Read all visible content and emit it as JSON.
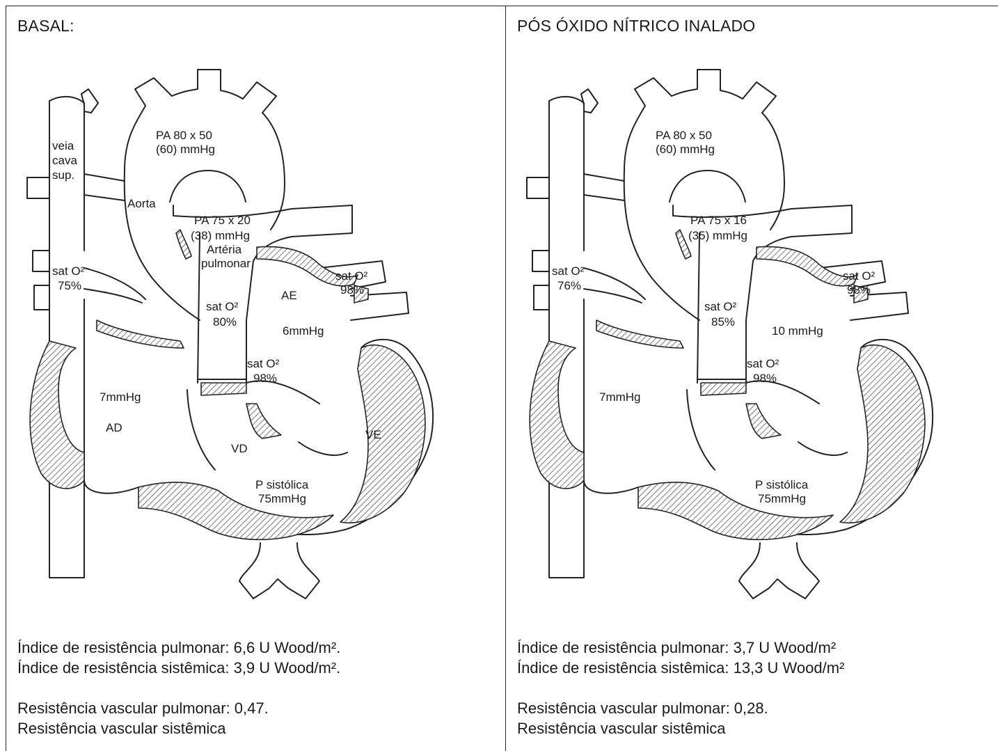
{
  "panels": [
    {
      "heading": "BASAL:",
      "labels": {
        "aorta_pressure": [
          "PA 80 x 50",
          "(60) mmHg"
        ],
        "svc": [
          "veia",
          "cava",
          "sup."
        ],
        "aorta": "Aorta",
        "pa_pressure": [
          "PA 75 x 20",
          "(38) mmHg"
        ],
        "pulmonary_artery": [
          "Artéria",
          "pulmonar"
        ],
        "ra_sat": [
          "sat O²",
          "75%"
        ],
        "la_sat": [
          "sat O²",
          "98%"
        ],
        "la": "AE",
        "pa_sat": [
          "sat O²",
          "80%"
        ],
        "la_pressure": "6mmHg",
        "lv_sat": [
          "sat O²",
          "98%"
        ],
        "ra_pressure": "7mmHg",
        "ra": "AD",
        "rv": "VD",
        "lv": "VE",
        "systolic": [
          "P sistólica",
          "75mmHg"
        ]
      },
      "stats": [
        "Índice de resistência pulmonar: 6,6 U Wood/m².",
        "Índice de resistência sistêmica: 3,9 U Wood/m².",
        "Resistência vascular pulmonar: 0,47.",
        "Resistência vascular sistêmica"
      ]
    },
    {
      "heading": "PÓS ÓXIDO NÍTRICO INALADO",
      "labels": {
        "aorta_pressure": [
          "PA 80 x 50",
          "(60) mmHg"
        ],
        "pa_pressure": [
          "PA 75 x 16",
          "(35) mmHg"
        ],
        "ra_sat": [
          "sat O²",
          "76%"
        ],
        "la_sat": [
          "sat O²",
          "98%"
        ],
        "pa_sat": [
          "sat O²",
          "85%"
        ],
        "la_pressure": "10 mmHg",
        "lv_sat": [
          "sat O²",
          "98%"
        ],
        "ra_pressure": "7mmHg",
        "systolic": [
          "P sistólica",
          "75mmHg"
        ]
      },
      "stats": [
        "Índice de resistência pulmonar: 3,7 U Wood/m²",
        "Índice de resistência sistêmica: 13,3 U Wood/m²",
        "Resistência vascular pulmonar: 0,28.",
        "Resistência vascular sistêmica"
      ]
    }
  ]
}
